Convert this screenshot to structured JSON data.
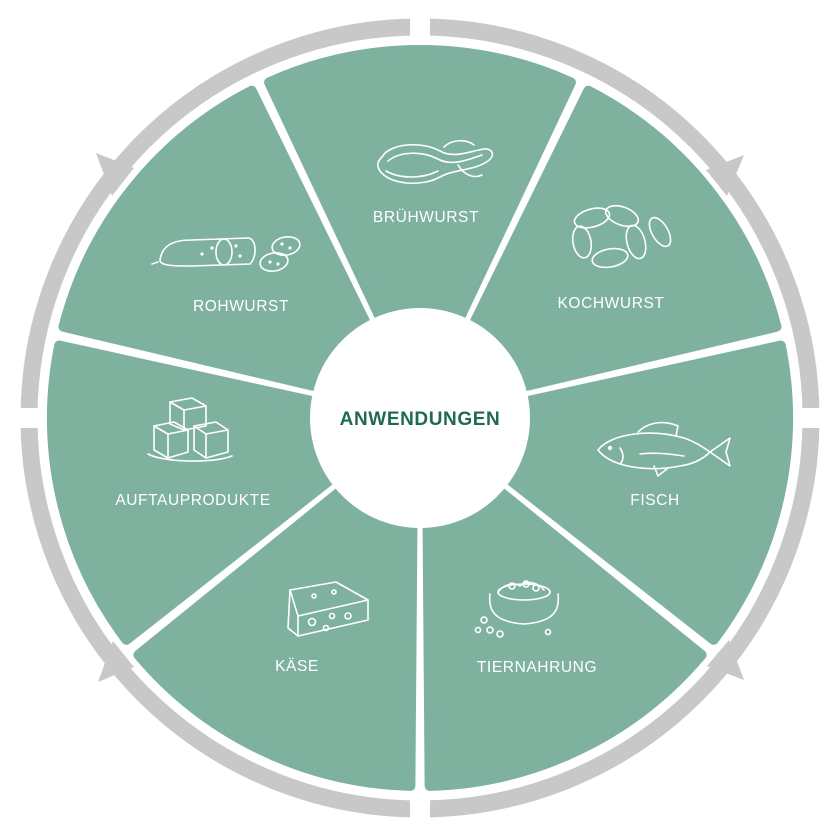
{
  "center": {
    "title": "ANWENDUNGEN"
  },
  "colors": {
    "segment": "#7fb19f",
    "ring": "#c8c8c8",
    "center_text": "#1f6a50",
    "label": "#ffffff",
    "background": "#ffffff"
  },
  "segments": [
    {
      "label": "BRÜHWURST",
      "icon": "sausage-ring-icon"
    },
    {
      "label": "KOCHWURST",
      "icon": "sausage-chain-icon"
    },
    {
      "label": "FISCH",
      "icon": "fish-icon"
    },
    {
      "label": "TIERNAHRUNG",
      "icon": "pet-food-bowl-icon"
    },
    {
      "label": "KÄSE",
      "icon": "cheese-icon"
    },
    {
      "label": "AUFTAUPRODUKTE",
      "icon": "ice-cubes-icon"
    },
    {
      "label": "ROHWURST",
      "icon": "salami-icon"
    }
  ]
}
